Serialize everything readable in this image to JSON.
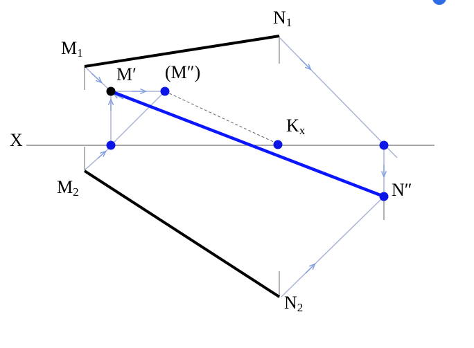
{
  "labels": {
    "x_axis": "X",
    "m1": {
      "main": "M",
      "sub": "1"
    },
    "m2": {
      "main": "M",
      "sub": "2"
    },
    "n1": {
      "main": "N",
      "sub": "1"
    },
    "n2": {
      "main": "N",
      "sub": "2"
    },
    "m_prime": "M′",
    "m_double_prime": "(M″)",
    "kx": {
      "main": "K",
      "sub": "x"
    },
    "n_double_prime": "N″"
  },
  "colors": {
    "axis": "#8a8a8a",
    "projection_segment": "#000000",
    "construction_line": "#a9b4d3",
    "arrow": "#7f9be0",
    "dashed_line": "#6f6f6f",
    "result_line": "#0b16ff",
    "point": "#0b16e6",
    "point_m_prime": "#000000",
    "corner_badge": "#2f6de8"
  }
}
